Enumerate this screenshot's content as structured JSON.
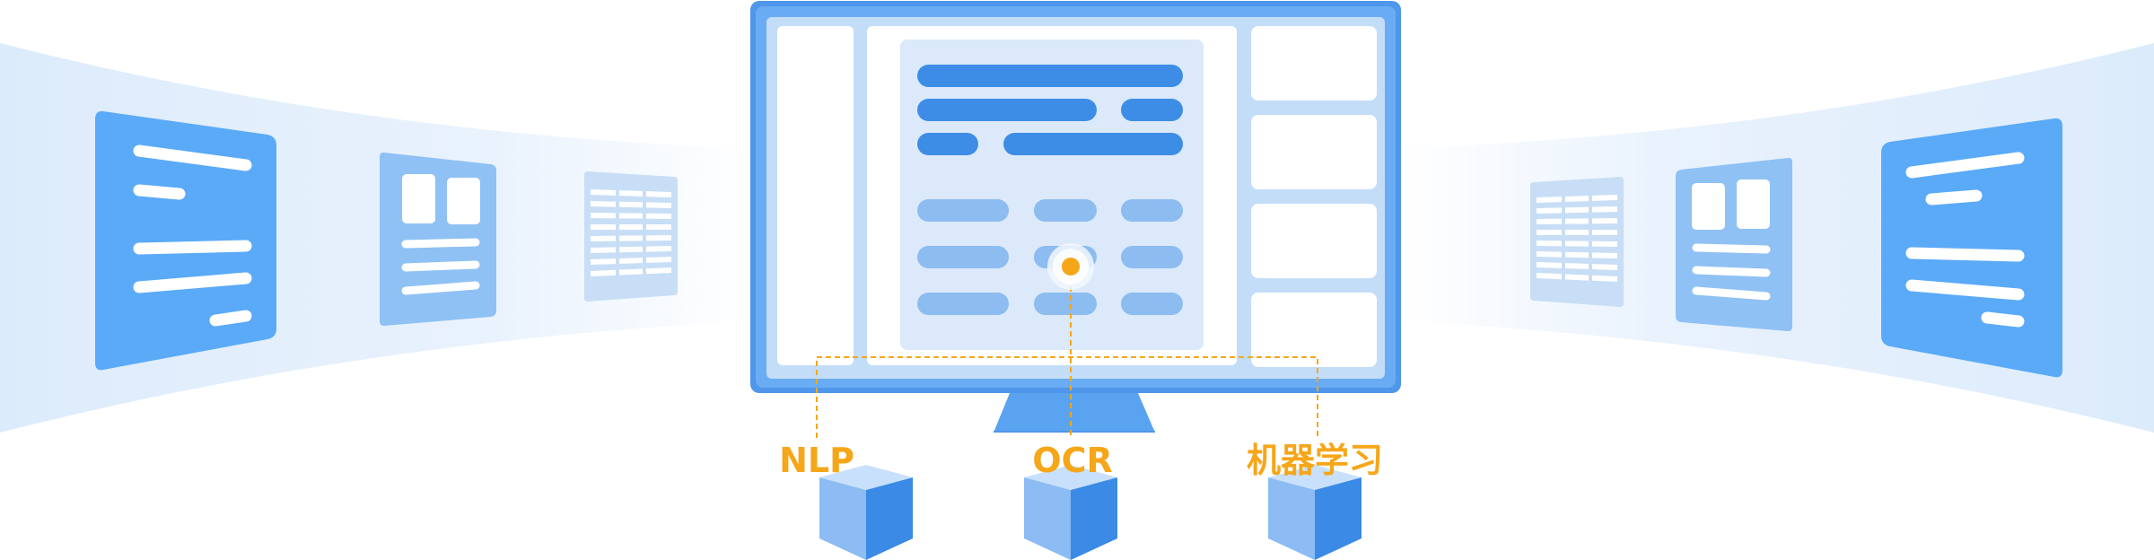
{
  "colors": {
    "background": "#ffffff",
    "band_light": "#dcebfb",
    "card_primary": "#5aaaf8",
    "card_secondary": "#8fc1f5",
    "card_faded": "#c8def6",
    "monitor_frame": "#4f97ea",
    "monitor_bezel": "#8fc1f2",
    "monitor_inner": "#c3ddf9",
    "panel_white": "#ffffff",
    "document": "#dbe9fa",
    "bar_dark": "#3d8de6",
    "bar_light": "#8cbcf0",
    "accent": "#f6a619",
    "cube_top": "#c8e0fb",
    "cube_left": "#8cbcf3",
    "cube_right": "#3a8ae6"
  },
  "labels": {
    "nlp": "NLP",
    "ocr": "OCR",
    "ml": "机器学习"
  },
  "icons": [
    "document-card-icon",
    "layout-card-icon",
    "table-card-icon",
    "monitor-icon",
    "scan-point-icon",
    "cube-icon"
  ]
}
